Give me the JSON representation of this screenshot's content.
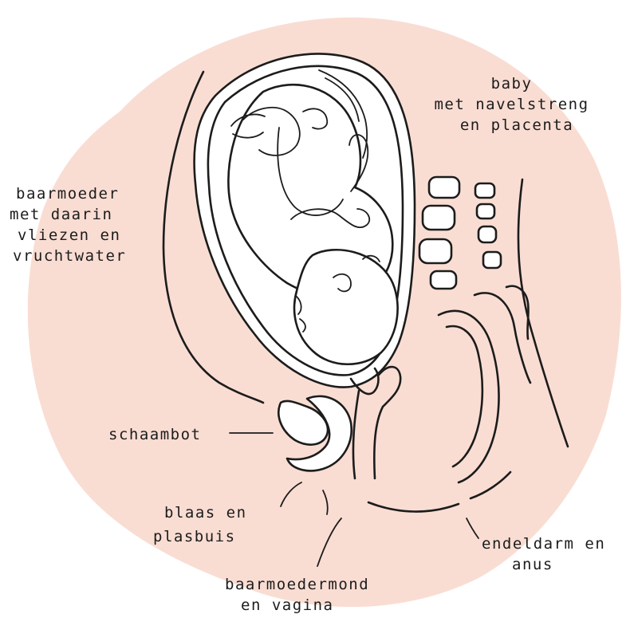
{
  "colors": {
    "blob": "#f9ddd3",
    "ink": "#1c1c1c",
    "paper": "#ffffff"
  },
  "labels": {
    "baby": [
      "baby",
      "met navelstreng",
      "en placenta"
    ],
    "uterus": [
      "baarmoeder",
      "met daarin",
      "vliezen en",
      "vruchtwater"
    ],
    "pubic_bone": [
      "schaambot"
    ],
    "bladder": [
      "blaas en",
      "plasbuis"
    ],
    "cervix": [
      "baarmoedermond",
      "en vagina"
    ],
    "rectum": [
      "endeldarm en",
      "anus"
    ]
  }
}
